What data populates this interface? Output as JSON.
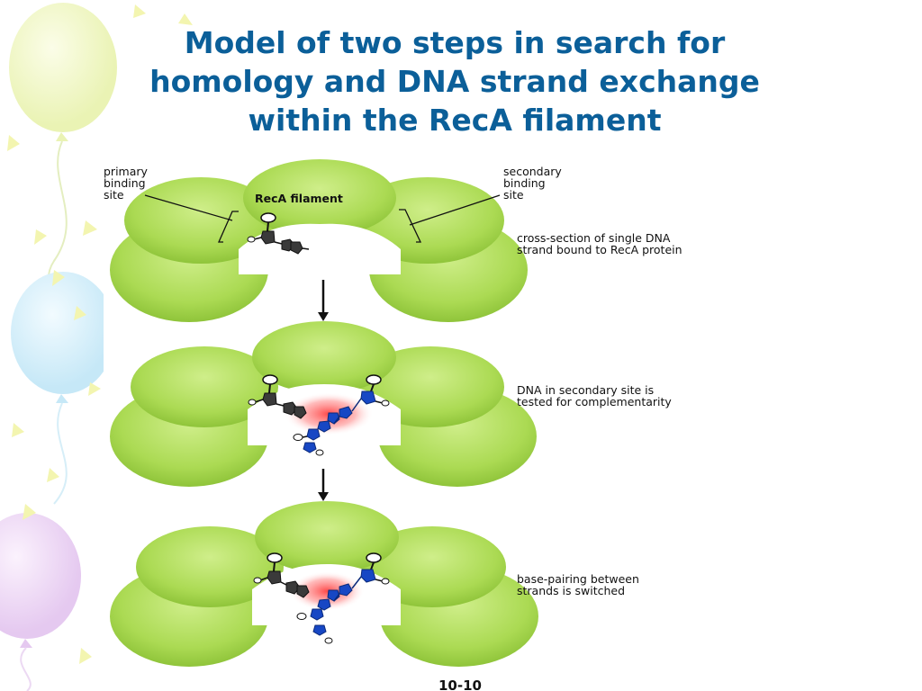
{
  "slide": {
    "title_lines": [
      "Model of two steps in search for",
      "homology and DNA strand exchange",
      "within the RecA filament"
    ]
  },
  "diagram": {
    "panel1": {
      "filament_label": "RecA filament",
      "primary_site": [
        "primary",
        "binding",
        "site"
      ],
      "secondary_site": [
        "secondary",
        "binding",
        "site"
      ],
      "caption": [
        "cross-section of single DNA",
        "strand bound to RecA protein"
      ]
    },
    "panel2": {
      "caption": [
        "DNA in secondary site is",
        "tested for complementarity"
      ]
    },
    "panel3": {
      "caption": [
        "base-pairing between",
        "strands is switched"
      ]
    },
    "figure_number": "10-10"
  },
  "colors": {
    "title": "#0b5f99",
    "protein": "#a9d84f",
    "dna_strand_1": "#3a3a3a",
    "dna_strand_2": "#1747c4",
    "highlight": "#ff4040"
  },
  "decorations": [
    "balloon-icon",
    "confetti-icon"
  ]
}
